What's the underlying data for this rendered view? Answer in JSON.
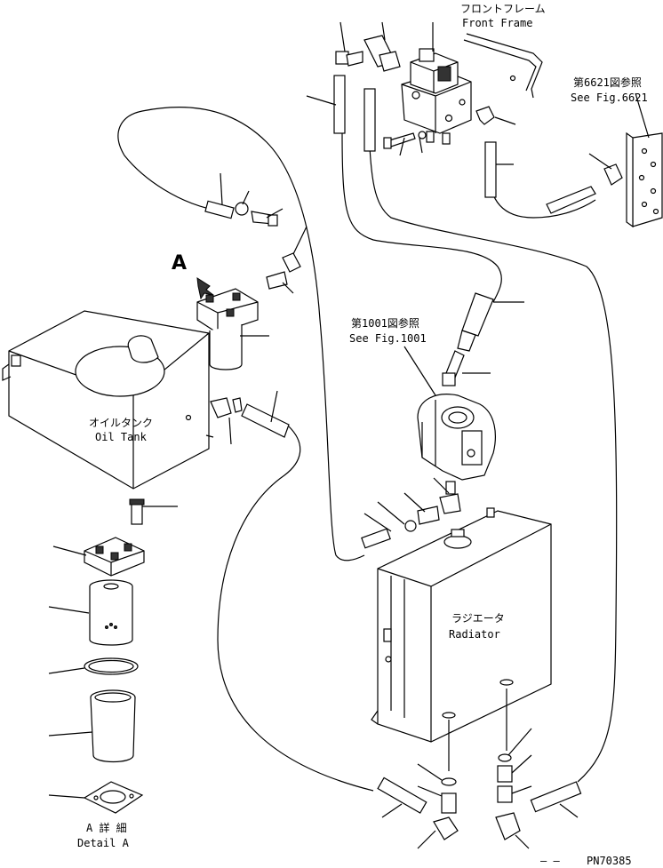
{
  "labels": {
    "front_frame_jp": "フロントフレーム",
    "front_frame_en": "Front Frame",
    "see_6621_jp": "第6621図参照",
    "see_6621_en": "See Fig.6621",
    "see_1001_jp": "第1001図参照",
    "see_1001_en": "See Fig.1001",
    "oil_tank_jp": "オイルタンク",
    "oil_tank_en": "Oil Tank",
    "radiator_jp": "ラジエータ",
    "radiator_en": "Radiator",
    "detail_a_jp": "A 詳 細",
    "detail_a_en": "Detail A",
    "view_a": "A",
    "part_number": "PN70385",
    "corner_mark": "– –"
  },
  "icons": {
    "view_arrow": "hatched-arrow-icon",
    "filter": "filter-icon",
    "pump": "pump-icon",
    "valve": "valve-block-icon"
  }
}
